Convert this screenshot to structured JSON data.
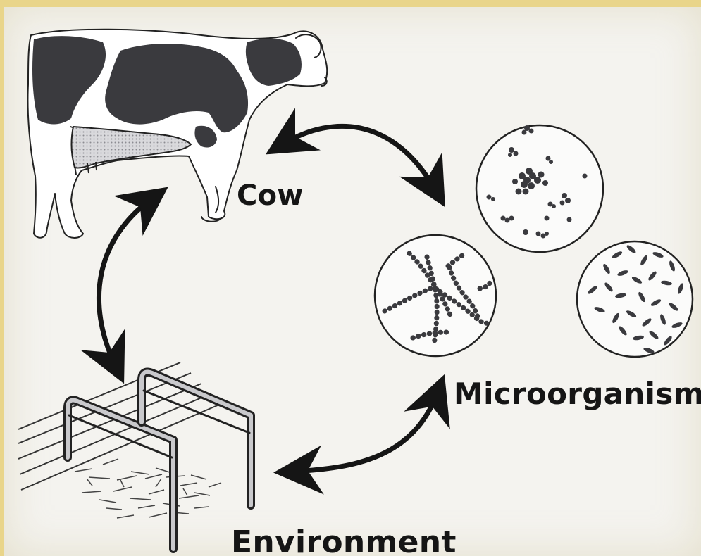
{
  "diagram": {
    "nodes": {
      "cow": {
        "label": "Cow",
        "icon": "cow-icon"
      },
      "microorganisms": {
        "label": "Microorganisms",
        "icon": "microbe-icon"
      },
      "environment": {
        "label": "Environment",
        "icon": "stall-icon"
      }
    },
    "connections": [
      {
        "from": "cow",
        "to": "microorganisms",
        "direction": "both"
      },
      {
        "from": "cow",
        "to": "environment",
        "direction": "both"
      },
      {
        "from": "environment",
        "to": "microorganisms",
        "direction": "both"
      }
    ],
    "colors": {
      "background": "#f4f3ef",
      "ink": "#151515",
      "border": "#e9d58a"
    }
  }
}
